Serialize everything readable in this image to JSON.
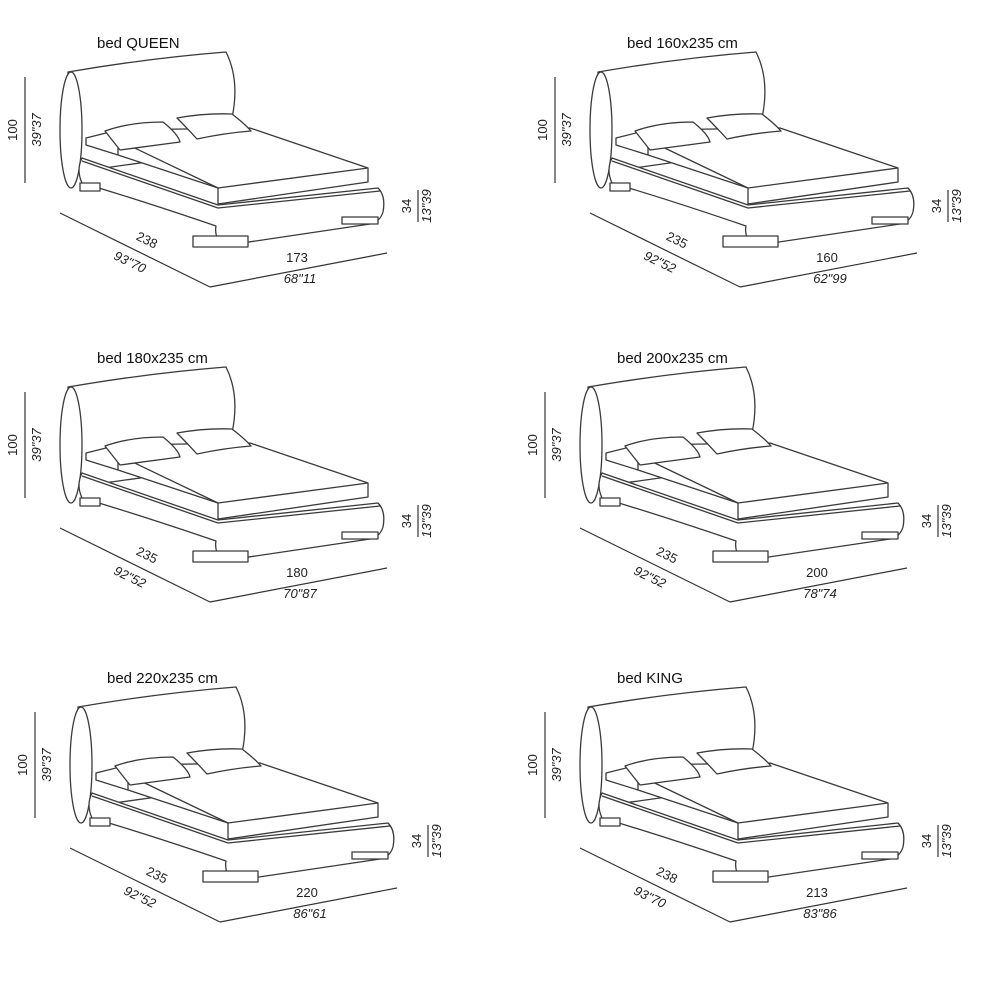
{
  "panels": [
    {
      "title": "bed QUEEN",
      "height_cm": "100",
      "height_in": "39\"37",
      "depth_cm": "238",
      "depth_in": "93\"70",
      "width_cm": "173",
      "width_in": "68\"11",
      "base_cm": "34",
      "base_in": "13\"39"
    },
    {
      "title": "bed 160x235 cm",
      "height_cm": "100",
      "height_in": "39\"37",
      "depth_cm": "235",
      "depth_in": "92\"52",
      "width_cm": "160",
      "width_in": "62\"99",
      "base_cm": "34",
      "base_in": "13\"39"
    },
    {
      "title": "bed 180x235 cm",
      "height_cm": "100",
      "height_in": "39\"37",
      "depth_cm": "235",
      "depth_in": "92\"52",
      "width_cm": "180",
      "width_in": "70\"87",
      "base_cm": "34",
      "base_in": "13\"39"
    },
    {
      "title": "bed 200x235 cm",
      "height_cm": "100",
      "height_in": "39\"37",
      "depth_cm": "235",
      "depth_in": "92\"52",
      "width_cm": "200",
      "width_in": "78\"74",
      "base_cm": "34",
      "base_in": "13\"39"
    },
    {
      "title": "bed 220x235 cm",
      "height_cm": "100",
      "height_in": "39\"37",
      "depth_cm": "235",
      "depth_in": "92\"52",
      "width_cm": "220",
      "width_in": "86\"61",
      "base_cm": "34",
      "base_in": "13\"39"
    },
    {
      "title": "bed KING",
      "height_cm": "100",
      "height_in": "39\"37",
      "depth_cm": "238",
      "depth_in": "93\"70",
      "width_cm": "213",
      "width_in": "83\"86",
      "base_cm": "34",
      "base_in": "13\"39"
    }
  ]
}
